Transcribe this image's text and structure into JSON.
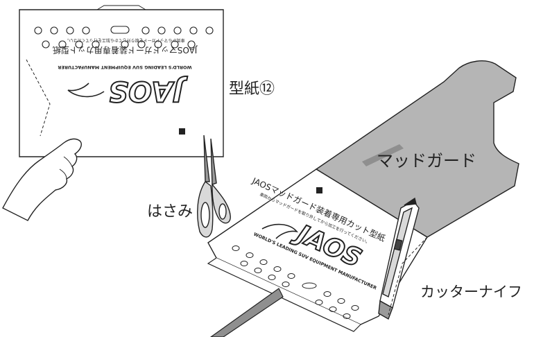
{
  "labels": {
    "template": "型紙⑫",
    "scissors": "はさみ",
    "mudguard": "マッドガード",
    "cutter": "カッターナイフ"
  },
  "template_sheet": {
    "logo_text": "JAOS",
    "tagline": "WORLD'S LEADING SUV EQUIPMENT MANUFACTURER",
    "heading": "JAOSマッドガード装着専用カット型紙",
    "instruction": "車両からマッドガードを取り外してから加工を行ってください。"
  },
  "colors": {
    "mudguard_fill": "#b5b5b5",
    "outline": "#222222",
    "paper": "#ffffff"
  }
}
